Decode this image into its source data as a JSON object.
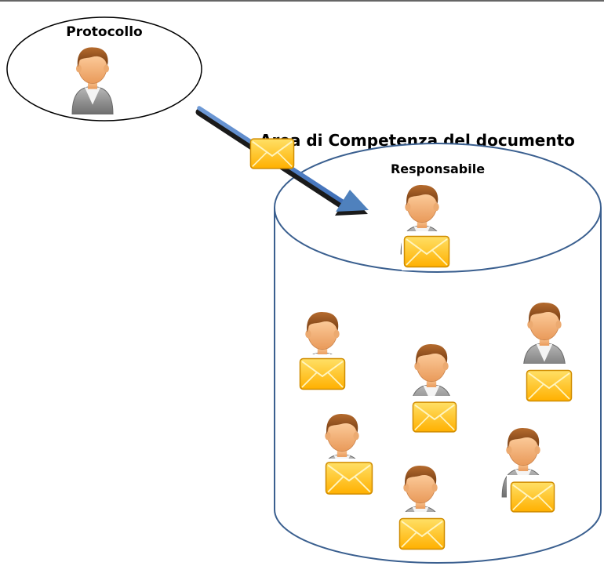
{
  "diagram": {
    "protocol_label": "Protocollo",
    "area_label": "Area di Competenza del documento",
    "responsible_label": "Responsabile"
  },
  "icons": {
    "person": "person-icon",
    "envelope": "envelope-icon",
    "arrow": "arrow-icon"
  },
  "colors": {
    "line": "#000000",
    "cylinder_stroke": "#3a5f8f",
    "arrow": "#4f81bd",
    "envelope_fill": "#ffc000",
    "envelope_stroke": "#c88a00",
    "skin": "#f6b77e",
    "hair": "#8a4b1a",
    "shirt": "#8e8e8e"
  }
}
